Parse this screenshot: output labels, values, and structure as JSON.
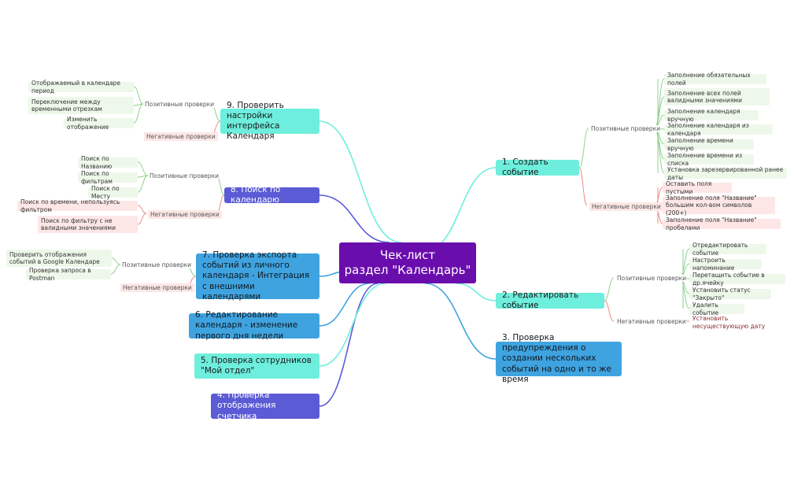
{
  "root": {
    "title_line1": "Чек-лист",
    "title_line2": "раздел \"Календарь\""
  },
  "branches": {
    "b1": {
      "title": "1. Создать событие",
      "pos_label": "Позитивные проверки",
      "neg_label": "Негативные проверки",
      "pos": [
        "Заполнение обязательных полей",
        "Заполнение всех полей валидными значениями",
        "Заполнение календаря вручную",
        "Заполнение календаря из календаря",
        "Заполнение времени вручную",
        "Заполнение времени из списка",
        "Установка зарезервированной ранее даты"
      ],
      "neg": [
        "Оставить поля пустыми",
        "Заполнение поля \"Название\" большим кол-вом символов (200+)",
        "Заполнение поля \"Название\" пробелами"
      ]
    },
    "b2": {
      "title": "2. Редактировать событие",
      "pos_label": "Позитивные проверки",
      "neg_label": "Негативные проверки",
      "pos": [
        "Отредактировать событие",
        "Настроить напоминание",
        "Перетащить событие в др.ячейку",
        "Установить статус \"Закрыто\"",
        "Удалить событие"
      ],
      "neg": [
        "Установить несуществующую дату"
      ]
    },
    "b3": {
      "title": "3. Проверка предупреждения о создании нескольких событий на одно и то же время"
    },
    "b4": {
      "title": "4. Проверка отображения счетчика"
    },
    "b5": {
      "title": "5. Проверка сотрудников \"Мой отдел\""
    },
    "b6": {
      "title": "6. Редактирование календаря - изменение первого дня недели"
    },
    "b7": {
      "title": "7. Проверка экспорта событий из личного календаря - Интеграция с внешними календарями",
      "pos_label": "Позитивные проверки",
      "neg_label": "Негативные проверки",
      "pos": [
        "Проверить отображения событий в Google Календаре",
        "Проверка запроса в Postman"
      ]
    },
    "b8": {
      "title": "8. Поиск по календарю",
      "pos_label": "Позитивные проверки",
      "neg_label": "Негативные проверки",
      "pos": [
        "Поиск по Названию",
        "Поиск по фильтрам",
        "Поиск по Месту"
      ],
      "neg": [
        "Поиск по времени, непользуясь фильтром",
        "Поиск по фильтру с не валидными значениями"
      ]
    },
    "b9": {
      "title": "9. Проверить настройки интерфейса Календаря",
      "pos_label": "Позитивные проверки",
      "neg_label": "Негативные проверки",
      "pos": [
        "Отображаемый в календаре период",
        "Переключение между временными отрезкам",
        "Изменить отображение"
      ]
    }
  },
  "colors": {
    "root": "#6a0dad",
    "cyan": "#6eeedd",
    "violet": "#5b5bd6",
    "blue": "#3fa3e0",
    "positive_line": "#8fd18b",
    "negative_line": "#ef8b86"
  }
}
